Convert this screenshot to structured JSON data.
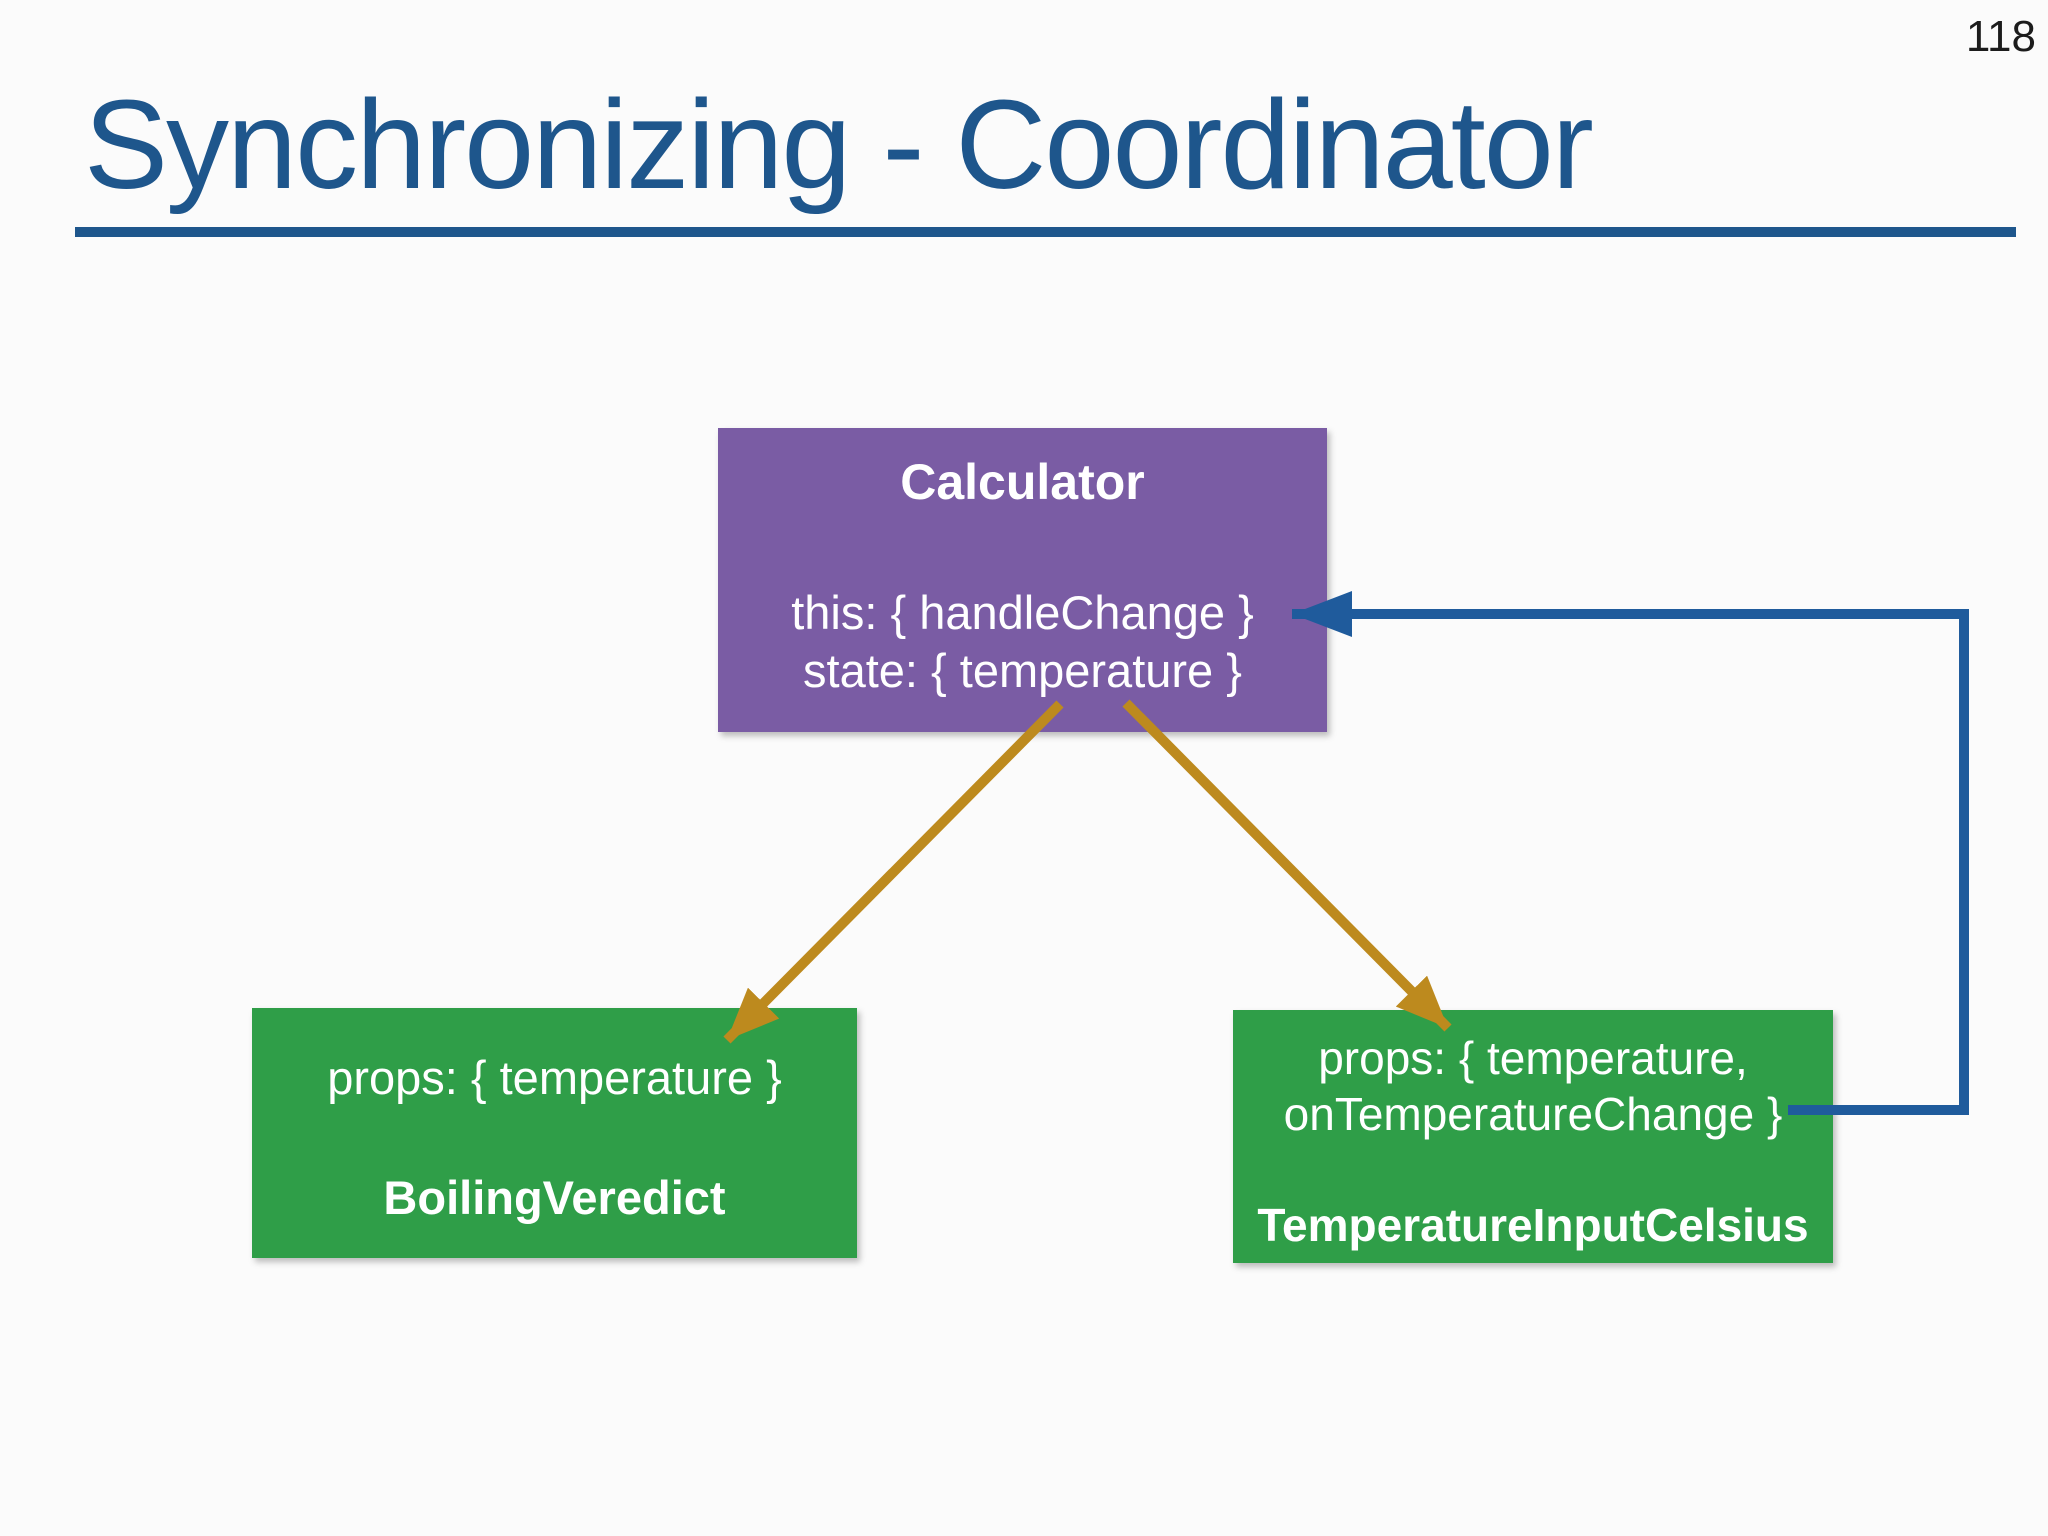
{
  "page_number": "118",
  "title": "Synchronizing - Coordinator",
  "diagram": {
    "calculator": {
      "component_name": "Calculator",
      "this_line": "this: { handleChange }",
      "state_line": "state: { temperature }"
    },
    "boiling_veredict": {
      "props_line": "props: { temperature }",
      "component_name": "BoilingVeredict"
    },
    "temperature_input": {
      "props_line1": "props: { temperature,",
      "props_line2": "onTemperatureChange }",
      "component_name": "TemperatureInputCelsius"
    }
  },
  "colors": {
    "title_blue": "#1e568c",
    "calculator_purple": "#7a5ca4",
    "component_green": "#2f9e48",
    "state_arrow_gold": "#bd8a1e",
    "callback_arrow_blue": "#1f5b9c",
    "box_text_white": "#ffffff",
    "page_number_black": "#1c1c1c",
    "background": "#fbfbfb"
  }
}
